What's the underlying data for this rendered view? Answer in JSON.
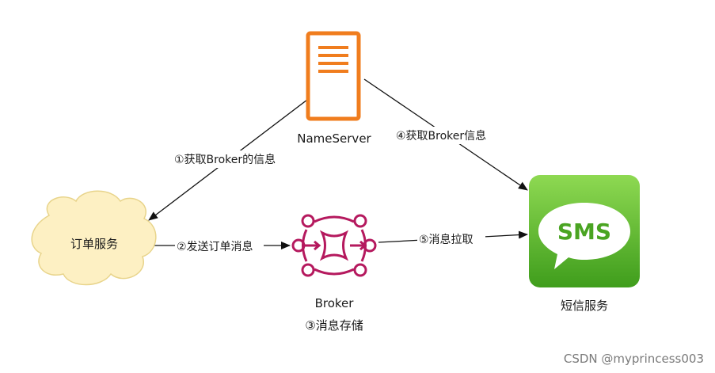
{
  "nodes": {
    "nameserver": {
      "label": "NameServer"
    },
    "order_service": {
      "label": "订单服务"
    },
    "broker": {
      "label": "Broker",
      "note": "③消息存储"
    },
    "sms_service": {
      "label": "短信服务",
      "icon_text": "SMS"
    }
  },
  "edges": {
    "e1": {
      "label": "①获取Broker的信息"
    },
    "e2": {
      "label": "②发送订单消息"
    },
    "e4": {
      "label": "④获取Broker信息"
    },
    "e5": {
      "label": "⑤消息拉取"
    }
  },
  "watermark": "CSDN @myprincess003",
  "colors": {
    "nameserver_orange": "#f07d1e",
    "cloud_fill": "#fdf0c3",
    "cloud_stroke": "#e8d48b",
    "broker_magenta": "#b5195e",
    "sms_green": "#5dbb2f",
    "arrow": "#111111"
  }
}
